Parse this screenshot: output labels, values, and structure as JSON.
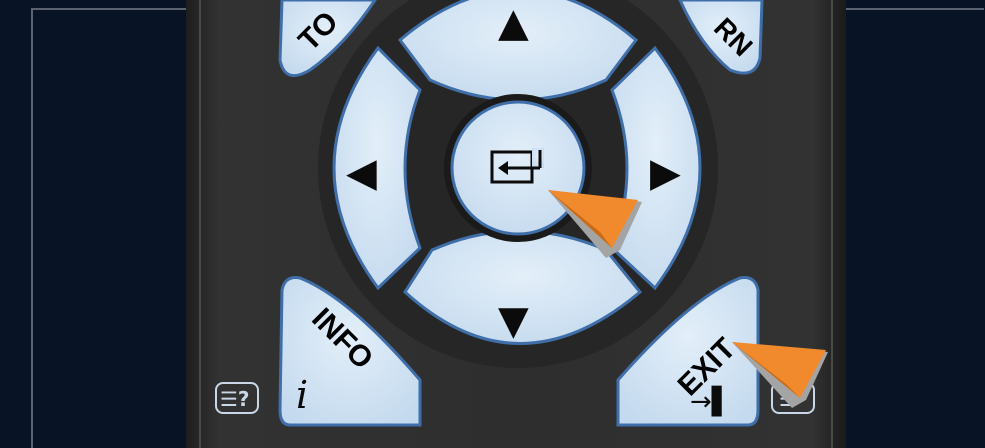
{
  "remote": {
    "buttons": {
      "tools_label": "TO",
      "return_label": "RN",
      "info_label": "INFO",
      "info_glyph": "i",
      "exit_label": "EXIT",
      "exit_glyph": "→▌",
      "help_left_label": "☰?",
      "up_arrow": "▲",
      "down_arrow": "▼",
      "left_arrow": "◀",
      "right_arrow": "▶"
    },
    "icons": {
      "enter": "enter-icon",
      "pointer": "pointer-arrow-icon"
    },
    "colors": {
      "background": "#081426",
      "remote_body": "#2b2b2b",
      "button": "#cfe3f3",
      "button_border": "#4a79b8",
      "pointer": "#f08a2c"
    }
  }
}
